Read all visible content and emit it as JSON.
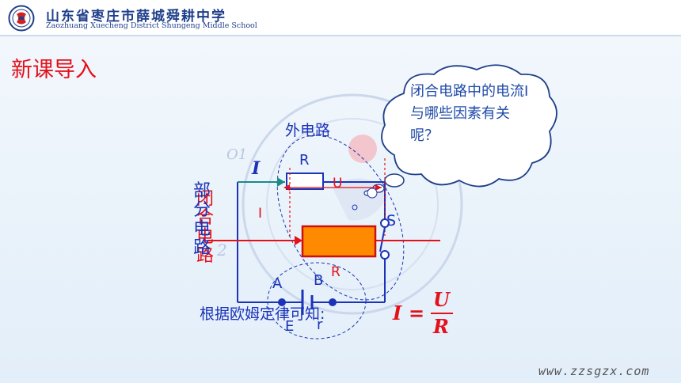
{
  "header": {
    "school_name_cn": "山东省枣庄市薛城舜耕中学",
    "school_name_en": "Zaozhuang Xuecheng District Shungeng Middle School"
  },
  "lesson": {
    "title": "新课导入"
  },
  "thought_bubble": {
    "question": "闭合电路中的电流I与哪些因素有关呢？"
  },
  "diagram": {
    "external_circuit_label": "外电路",
    "partial_circuit_label": "部分电路",
    "closed_circuit_label": "闭合电路",
    "current_symbol": "I",
    "current_label_red": "I",
    "resistor_label": "R",
    "voltage_label": "U",
    "switch_label": "S",
    "resistor_label_red": "R",
    "terminal_a": "A",
    "terminal_b": "B",
    "emf_label": "E",
    "internal_resistance_label": "r",
    "marker_o1": "O1",
    "marker_o2": "2"
  },
  "ohm_law": {
    "text": "根据欧姆定律可知:",
    "lhs": "I",
    "equals": "=",
    "numerator": "U",
    "denominator": "R"
  },
  "footer": {
    "website": "www.zzsgzx.com"
  },
  "colors": {
    "accent_red": "#e4101a",
    "text_blue": "#1a33b8",
    "resistor_fill": "#ff8a00",
    "wire_blue": "#1a33b8"
  }
}
